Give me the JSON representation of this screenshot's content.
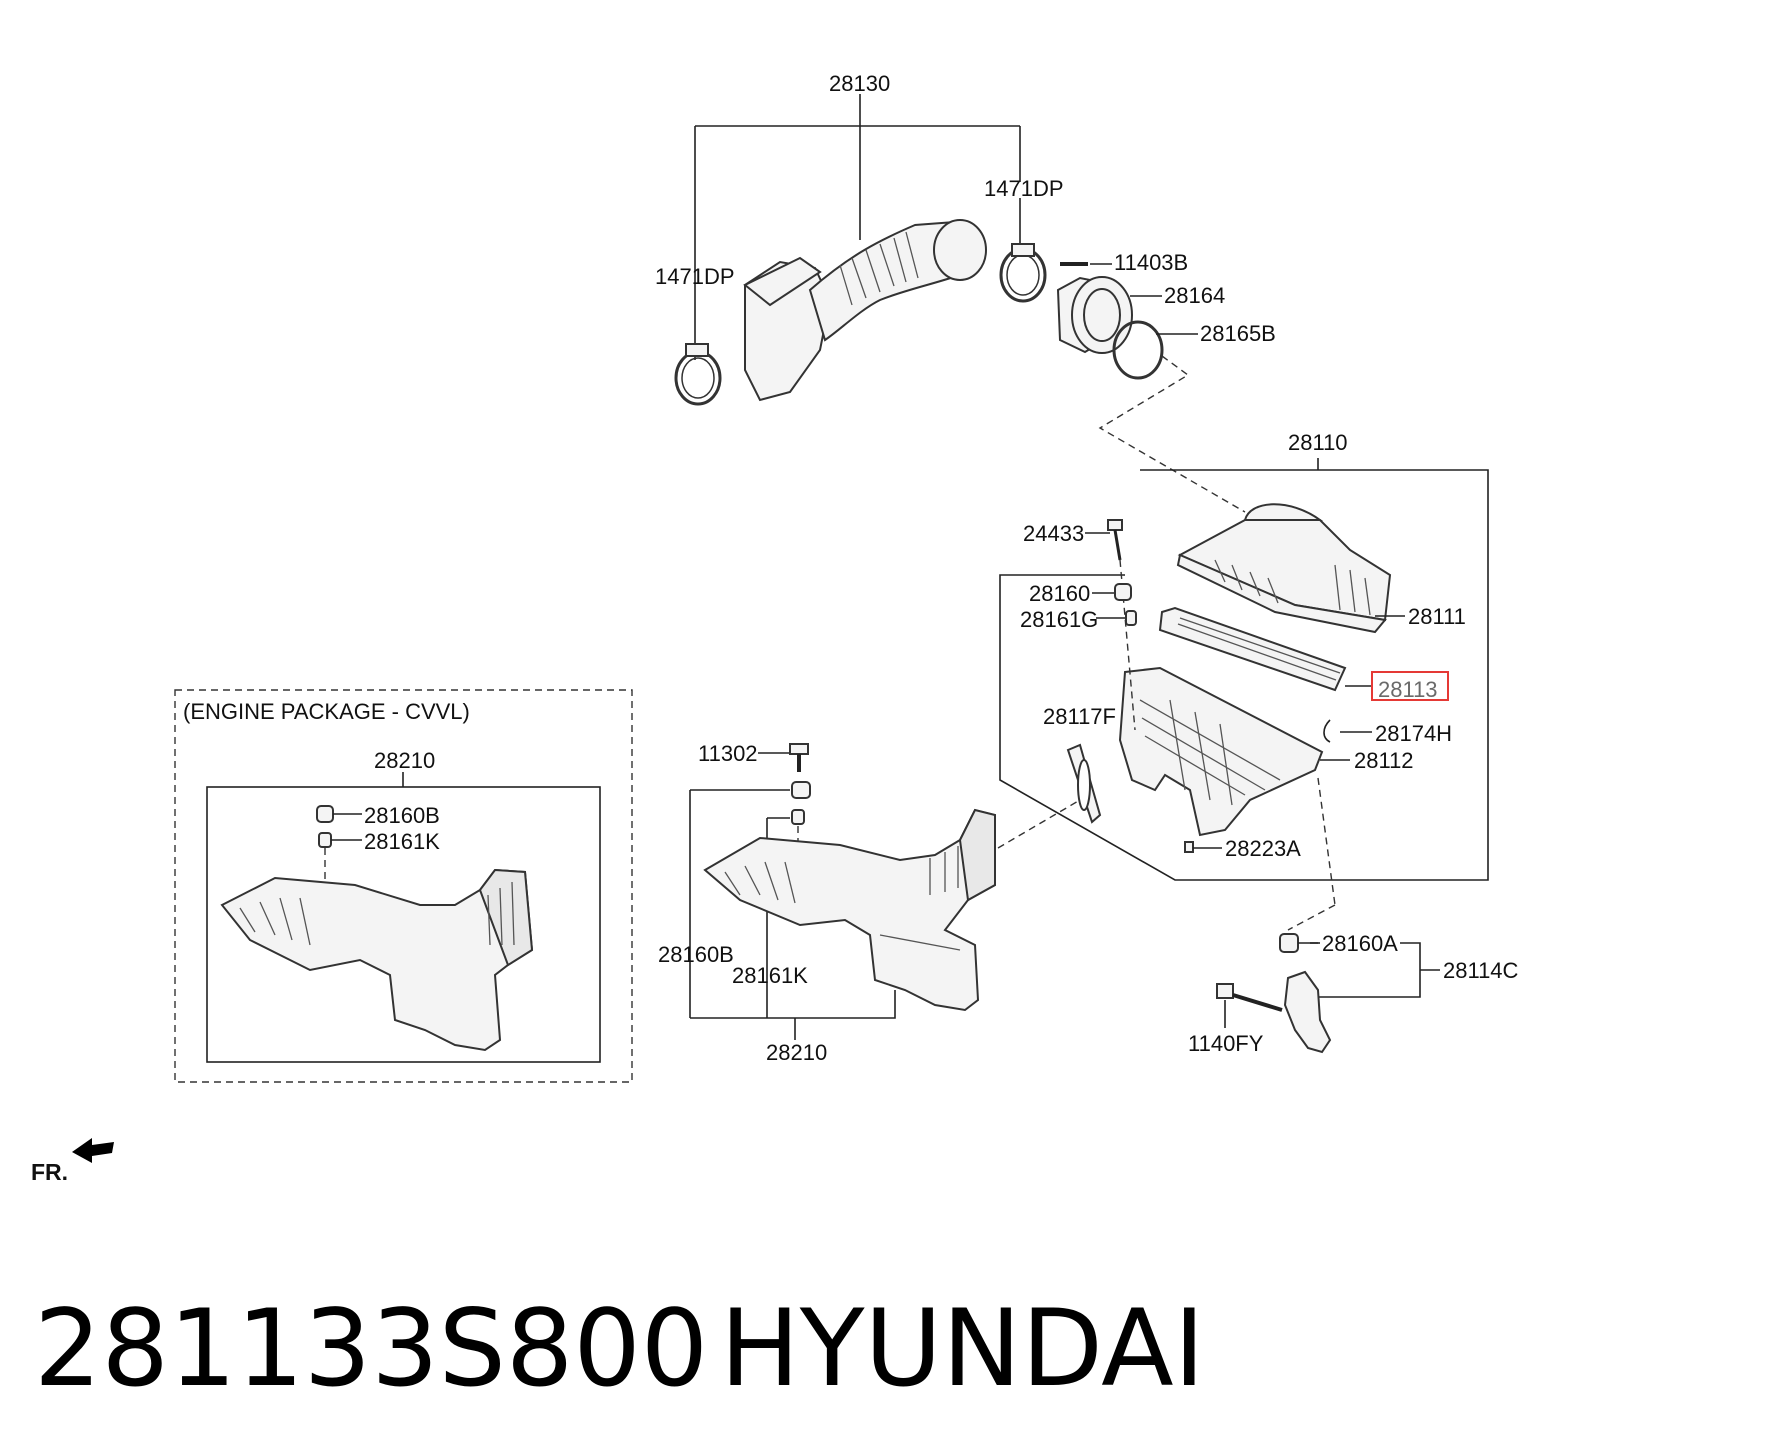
{
  "labels": {
    "p28130": "28130",
    "p1471dp_left": "1471DP",
    "p1471dp_right": "1471DP",
    "p11403b": "11403B",
    "p28164": "28164",
    "p28165b": "28165B",
    "p28110": "28110",
    "p24433": "24433",
    "p28160": "28160",
    "p28161g": "28161G",
    "p28111": "28111",
    "p28113": "28113",
    "p28117f": "28117F",
    "p28174h": "28174H",
    "p28112": "28112",
    "p28223a": "28223A",
    "p28160a": "28160A",
    "p28114c": "28114C",
    "p1140fy": "1140FY",
    "p11302": "11302",
    "p28160b_mid": "28160B",
    "p28161k_mid": "28161K",
    "p28210_mid": "28210",
    "engine_package": "(ENGINE PACKAGE - CVVL)",
    "p28210_box": "28210",
    "p28160b_box": "28160B",
    "p28161k_box": "28161K"
  },
  "front_indicator": "FR.",
  "caption": {
    "part_number": "281133S800",
    "brand": "HYUNDAI"
  },
  "colors": {
    "highlight": "#e53935",
    "line": "#222222"
  }
}
